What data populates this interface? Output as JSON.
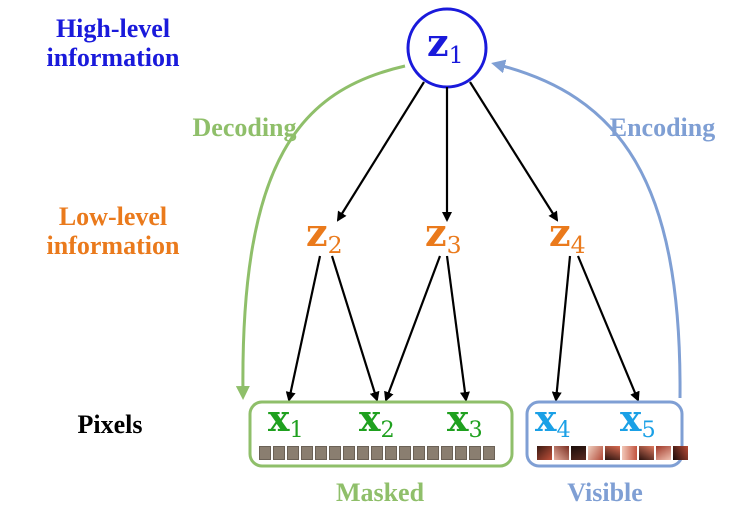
{
  "labels": {
    "high_level": "High-level\ninformation",
    "low_level": "Low-level\ninformation",
    "pixels": "Pixels",
    "decoding": "Decoding",
    "encoding": "Encoding",
    "masked": "Masked",
    "visible": "Visible"
  },
  "nodes": {
    "z1": {
      "base": "z",
      "sub": "1"
    },
    "z2": {
      "base": "z",
      "sub": "2"
    },
    "z3": {
      "base": "z",
      "sub": "3"
    },
    "z4": {
      "base": "z",
      "sub": "4"
    },
    "x1": {
      "base": "x",
      "sub": "1"
    },
    "x2": {
      "base": "x",
      "sub": "2"
    },
    "x3": {
      "base": "x",
      "sub": "3"
    },
    "x4": {
      "base": "x",
      "sub": "4"
    },
    "x5": {
      "base": "x",
      "sub": "5"
    }
  },
  "colors": {
    "high_level": "#1a1adb",
    "low_level": "#ea7a1c",
    "masked": "#8fbf6a",
    "visible": "#7f9fd4",
    "x_masked": "#1fa01f",
    "x_visible": "#1aa0e6",
    "arrow": "#000000"
  },
  "masked_pixel_count": 17,
  "visible_pixel_count": 9
}
